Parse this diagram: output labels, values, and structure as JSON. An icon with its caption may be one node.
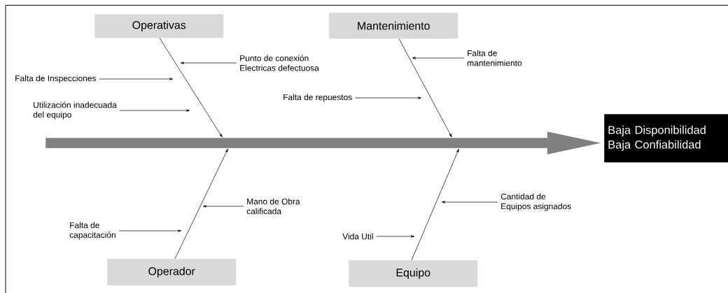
{
  "diagram": {
    "nodes": [
      {
        "text": [
          "Operativas"
        ]
      },
      {
        "text": [
          "Mantenimiento"
        ]
      },
      {
        "text": [
          "Punto de conexión Electricas defectuosa"
        ]
      },
      {
        "text": [
          "Falta de mantenimiento"
        ]
      },
      {
        "text": [
          "Falta de Inspecciones"
        ]
      },
      {
        "text": [
          "Falta de repuestos"
        ]
      },
      {
        "text": [
          "Utilización inadecuada del equipo"
        ]
      },
      {
        "text": [],
        "shape": "arrow"
      },
      {
        "text": [
          "Baja Disponibilidad Baja Confiabilidad"
        ]
      },
      {
        "text": [
          "Mano de Obra calificada"
        ]
      },
      {
        "text": [
          "Cantidad de Equipos asignados"
        ]
      },
      {
        "text": [
          "Falta de capacitación"
        ]
      },
      {
        "text": [
          "Vida Util"
        ]
      },
      {
        "text": [
          "Operador"
        ]
      },
      {
        "text": [
          "Equipo"
        ]
      }
    ],
    "edges": [
      {
        "from": 0,
        "to": 7,
        "arrow": "to"
      },
      {
        "from": 1,
        "to": 7,
        "arrow": "to"
      },
      {
        "from": 13,
        "to": 7,
        "arrow": "to"
      },
      {
        "from": 14,
        "to": 7,
        "arrow": "to"
      },
      {
        "from": 2,
        "to": null,
        "arrow": "to"
      },
      {
        "from": 3,
        "to": null,
        "arrow": "to"
      },
      {
        "from": 4,
        "to": null,
        "arrow": "to"
      },
      {
        "from": 5,
        "to": null,
        "arrow": "to"
      },
      {
        "from": 6,
        "to": null,
        "arrow": "to"
      },
      {
        "from": 9,
        "to": null,
        "arrow": "to"
      },
      {
        "from": 10,
        "to": null,
        "arrow": "to"
      },
      {
        "from": 11,
        "to": null,
        "arrow": "to"
      },
      {
        "from": 12,
        "to": null,
        "arrow": "to"
      }
    ]
  }
}
